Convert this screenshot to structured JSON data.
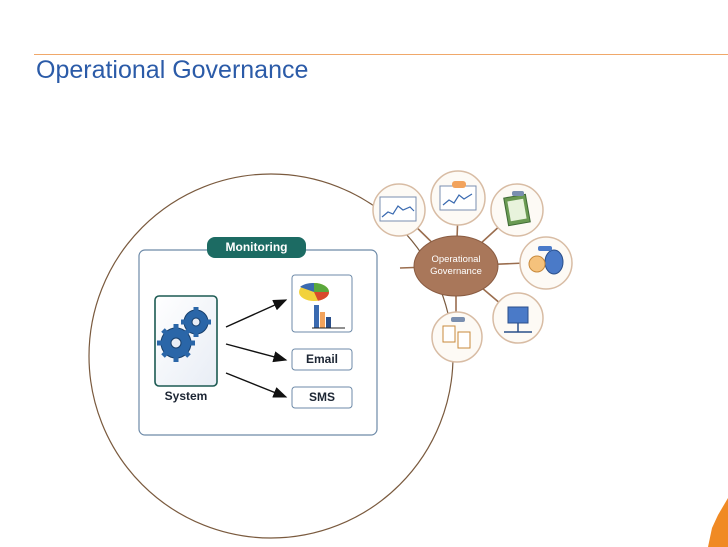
{
  "slide": {
    "title": "Operational Governance"
  },
  "diagram": {
    "monitoring_label": "Monitoring",
    "system_label": "System",
    "email_label": "Email",
    "sms_label": "SMS",
    "hub_label": "Operational Governance"
  },
  "icons": {
    "gear": "gear-icon",
    "chart": "chart-icon",
    "satellites": [
      "line-chart-icon",
      "dashboard-chart-icon",
      "document-icon",
      "database-icon",
      "server-icon",
      "file-transfer-icon"
    ]
  },
  "colors": {
    "title": "#2b5ba8",
    "accent_orange": "#f0a86a",
    "monitoring_green": "#1c6b63",
    "hub_brown": "#a9775a",
    "circle_brown": "#7a5a3e"
  }
}
